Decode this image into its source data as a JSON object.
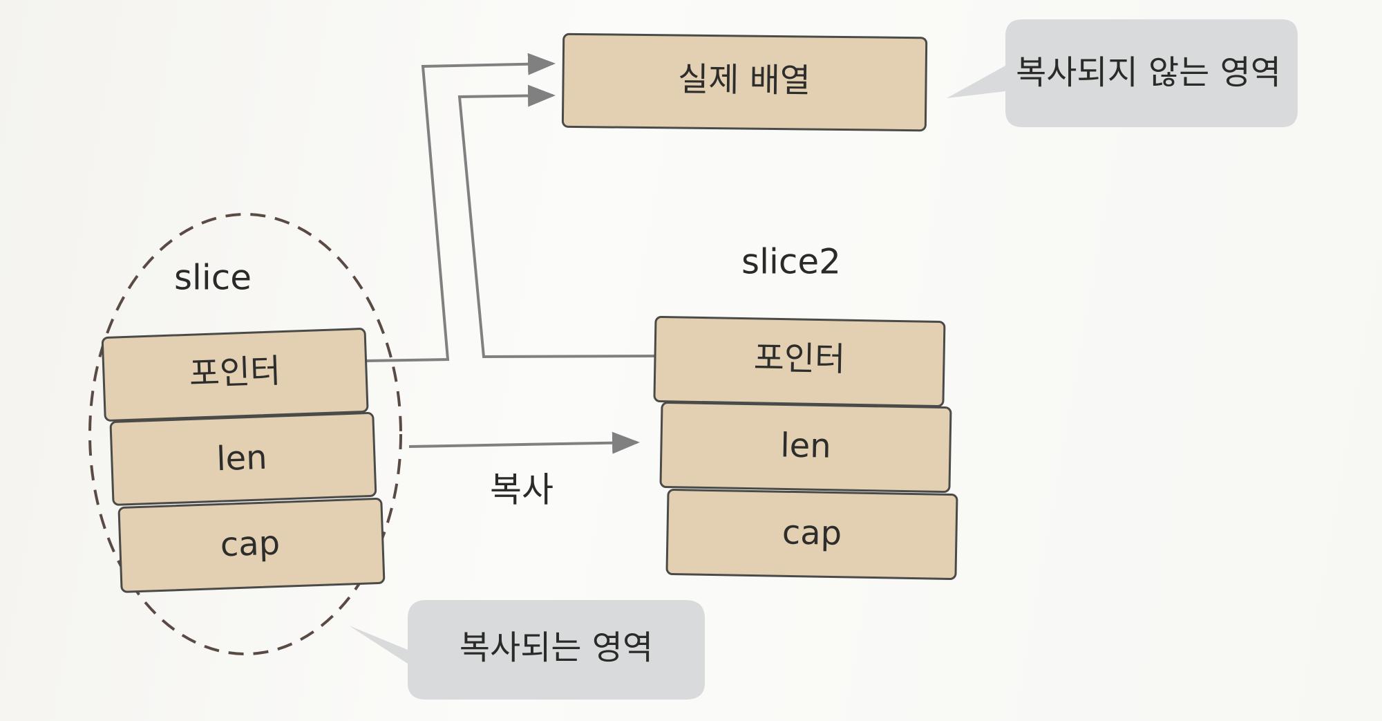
{
  "actual_array": {
    "label": "실제 배열"
  },
  "callout_not_copied": {
    "text": "복사되지 않는 영역"
  },
  "slice": {
    "title": "slice",
    "fields": [
      "포인터",
      "len",
      "cap"
    ]
  },
  "slice2": {
    "title": "slice2",
    "fields": [
      "포인터",
      "len",
      "cap"
    ]
  },
  "copy_arrow": {
    "label": "복사"
  },
  "callout_copied": {
    "text": "복사되는 영역"
  },
  "colors": {
    "box_fill": "#e3d0b2",
    "box_stroke": "#4a4a48",
    "arrow": "#808080",
    "callout_fill": "#d9dadb",
    "dashed_outline": "#5a4a44"
  }
}
